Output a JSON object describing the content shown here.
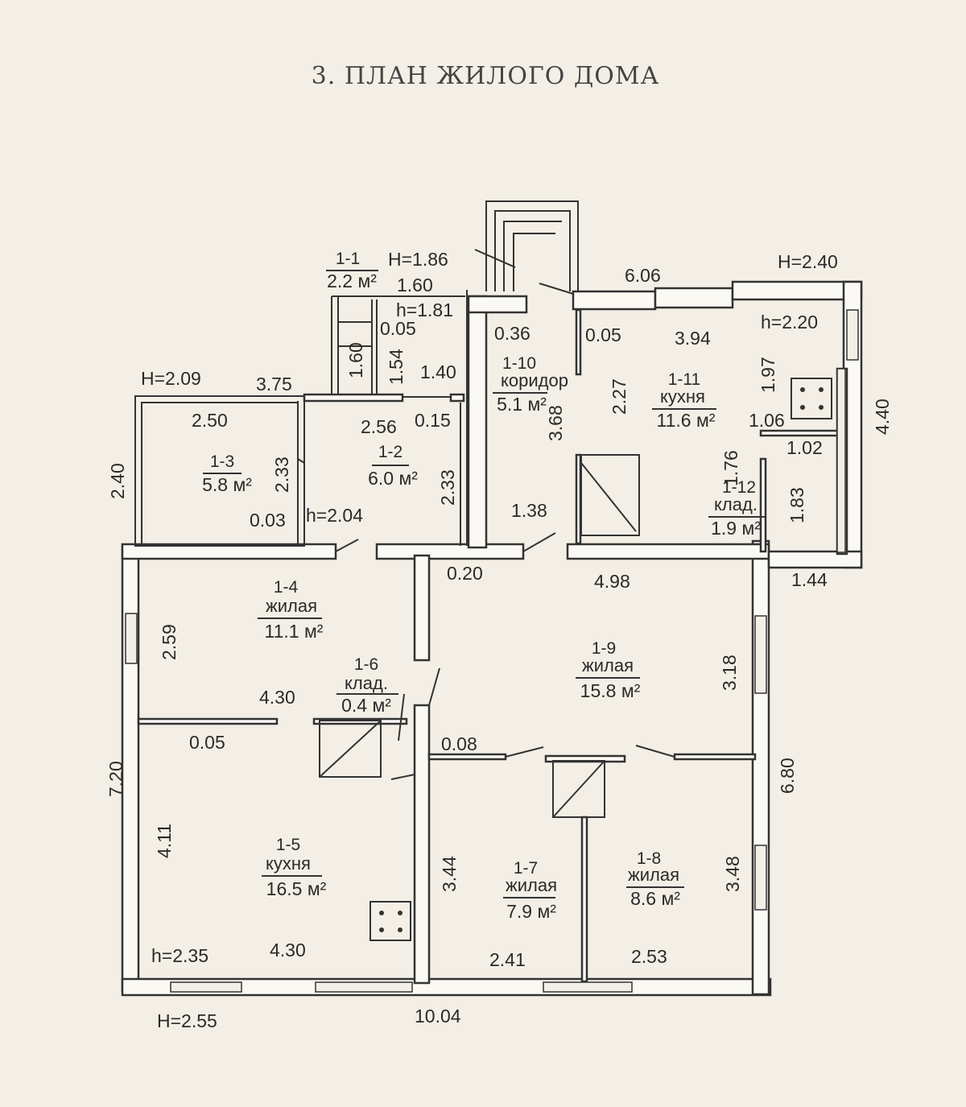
{
  "title": "3. ПЛАН ЖИЛОГО ДОМА",
  "heights": {
    "h_1_1": "H=1.86",
    "h_1_3": "H=2.09",
    "h_1_11": "H=2.40",
    "h_main": "H=2.55",
    "h_1_2": "h=1.81",
    "h_1_2b": "h=2.04",
    "h_1_11b": "h=2.20",
    "h_1_5": "h=2.35"
  },
  "rooms": [
    {
      "id": "1-1",
      "name": "",
      "area": "2.2 м²"
    },
    {
      "id": "1-2",
      "name": "",
      "area": "6.0 м²"
    },
    {
      "id": "1-3",
      "name": "",
      "area": "5.8 м²"
    },
    {
      "id": "1-4",
      "name": "жилая",
      "area": "11.1 м²"
    },
    {
      "id": "1-5",
      "name": "кухня",
      "area": "16.5 м²"
    },
    {
      "id": "1-6",
      "name": "клад.",
      "area": "0.4 м²"
    },
    {
      "id": "1-7",
      "name": "жилая",
      "area": "7.9 м²"
    },
    {
      "id": "1-8",
      "name": "жилая",
      "area": "8.6 м²"
    },
    {
      "id": "1-9",
      "name": "жилая",
      "area": "15.8 м²"
    },
    {
      "id": "1-10",
      "name": "коридор",
      "area": "5.1 м²"
    },
    {
      "id": "1-11",
      "name": "кухня",
      "area": "11.6 м²"
    },
    {
      "id": "1-12",
      "name": "клад.",
      "area": "1.9 м²"
    }
  ],
  "dims": [
    "1.60",
    "0.05",
    "1.60",
    "1.54",
    "1.40",
    "0.15",
    "3.75",
    "2.50",
    "2.56",
    "2.33",
    "2.33",
    "2.40",
    "0.03",
    "0.36",
    "3.68",
    "1.38",
    "0.20",
    "6.06",
    "0.05",
    "3.94",
    "2.27",
    "1.97",
    "1.06",
    "1.02",
    "4.40",
    "1.76",
    "1.83",
    "1.44",
    "4.98",
    "2.59",
    "4.30",
    "0.05",
    "7.20",
    "4.11",
    "4.30",
    "10.04",
    "3.18",
    "6.80",
    "0.08",
    "3.44",
    "3.48",
    "2.41",
    "2.53"
  ]
}
